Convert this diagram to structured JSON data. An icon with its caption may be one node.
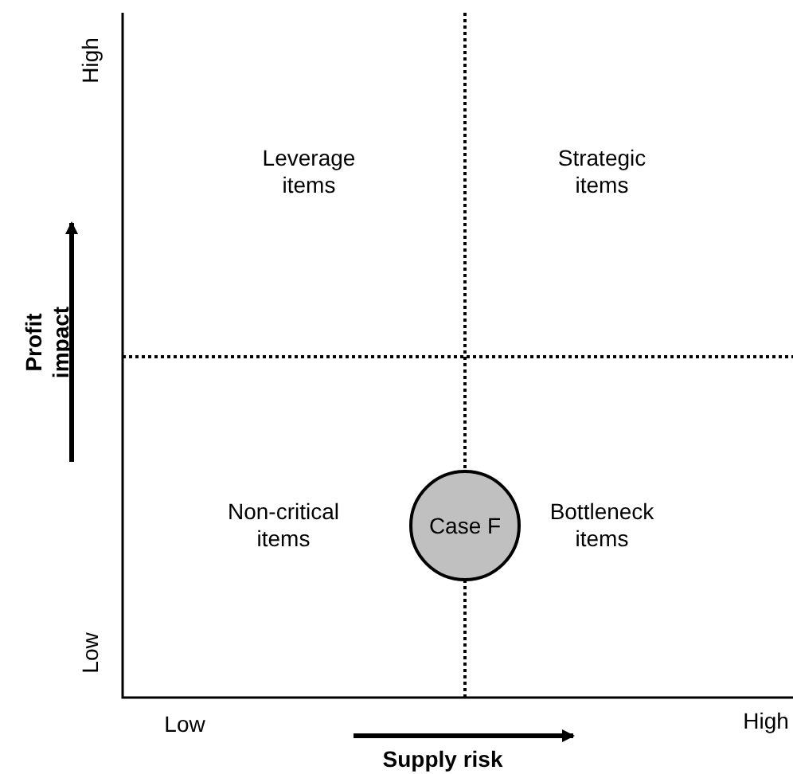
{
  "diagram": {
    "nodes": [
      {
        "text": [
          "Case F"
        ]
      }
    ],
    "labels": [
      "High",
      "Leverage items",
      "Strategic items",
      "Profit impact",
      "Non-critical items",
      "Bottleneck items",
      "Low",
      "Low",
      "High",
      "Supply risk"
    ]
  }
}
